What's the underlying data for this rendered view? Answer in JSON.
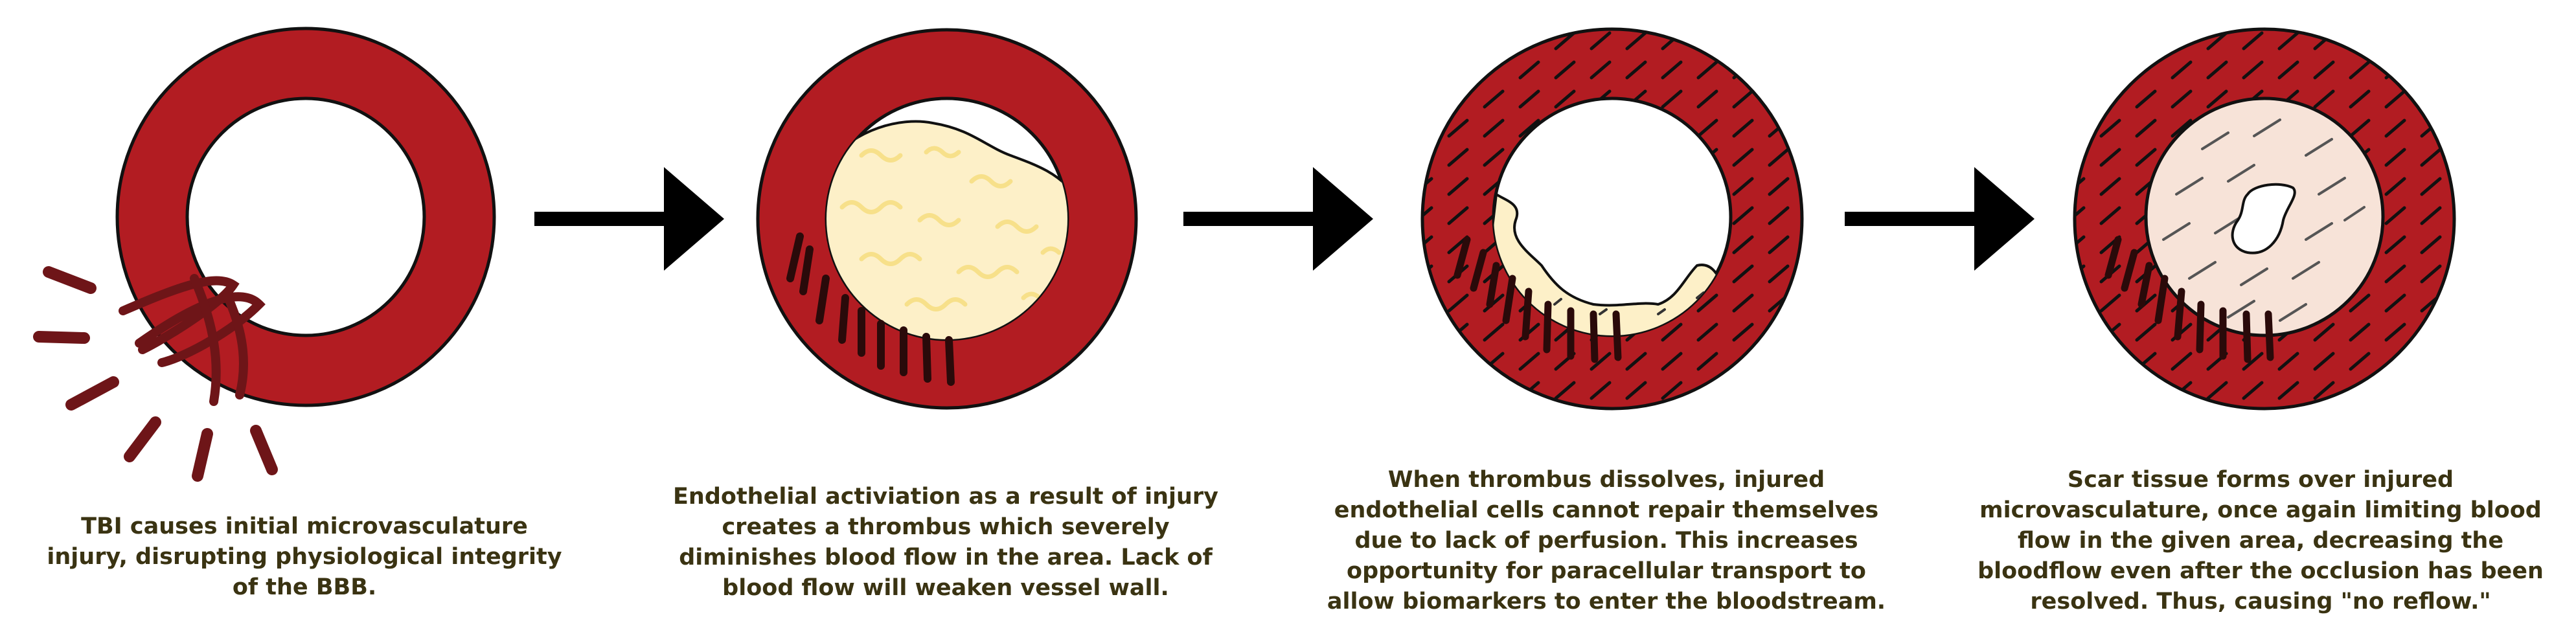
{
  "colors": {
    "vessel_wall": "#b21c22",
    "lumen": "#ffffff",
    "outline": "#111111",
    "trauma_marks": "#6e1518",
    "thrombus_fill": "#fdf0c8",
    "thrombus_streaks": "#f7e08a",
    "scar_tissue": "#f7e3d8",
    "arrow": "#000000",
    "caption_text": "#3a3312"
  },
  "stages": [
    {
      "name": "initial-injury",
      "icon": "vessel-cross-section-injury-icon",
      "caption_lines": [
        "TBI causes initial microvasculature",
        "injury, disrupting physiological integrity",
        "of the BBB."
      ]
    },
    {
      "name": "thrombus-formation",
      "icon": "vessel-cross-section-thrombus-icon",
      "caption_lines": [
        "Endothelial activiation as a result of injury",
        "creates a thrombus which severely",
        "diminishes blood flow in the area. Lack of",
        "blood flow will weaken vessel wall."
      ]
    },
    {
      "name": "thrombus-dissolves",
      "icon": "vessel-cross-section-dissolved-thrombus-icon",
      "caption_lines": [
        "When thrombus dissolves, injured",
        "endothelial cells cannot repair themselves",
        "due to lack of perfusion. This increases",
        "opportunity for paracellular transport to",
        "allow biomarkers to enter the bloodstream."
      ]
    },
    {
      "name": "scar-tissue-no-reflow",
      "icon": "vessel-cross-section-scar-tissue-icon",
      "caption_lines": [
        "Scar tissue forms over injured",
        "microvasculature, once again limiting blood",
        "flow in the given area,  decreasing the",
        "bloodflow even after the occlusion has been",
        "resolved. Thus, causing \"no reflow.\""
      ]
    }
  ],
  "arrows": [
    {
      "from": "initial-injury",
      "to": "thrombus-formation",
      "icon": "right-arrow-icon"
    },
    {
      "from": "thrombus-formation",
      "to": "thrombus-dissolves",
      "icon": "right-arrow-icon"
    },
    {
      "from": "thrombus-dissolves",
      "to": "scar-tissue-no-reflow",
      "icon": "right-arrow-icon"
    }
  ]
}
